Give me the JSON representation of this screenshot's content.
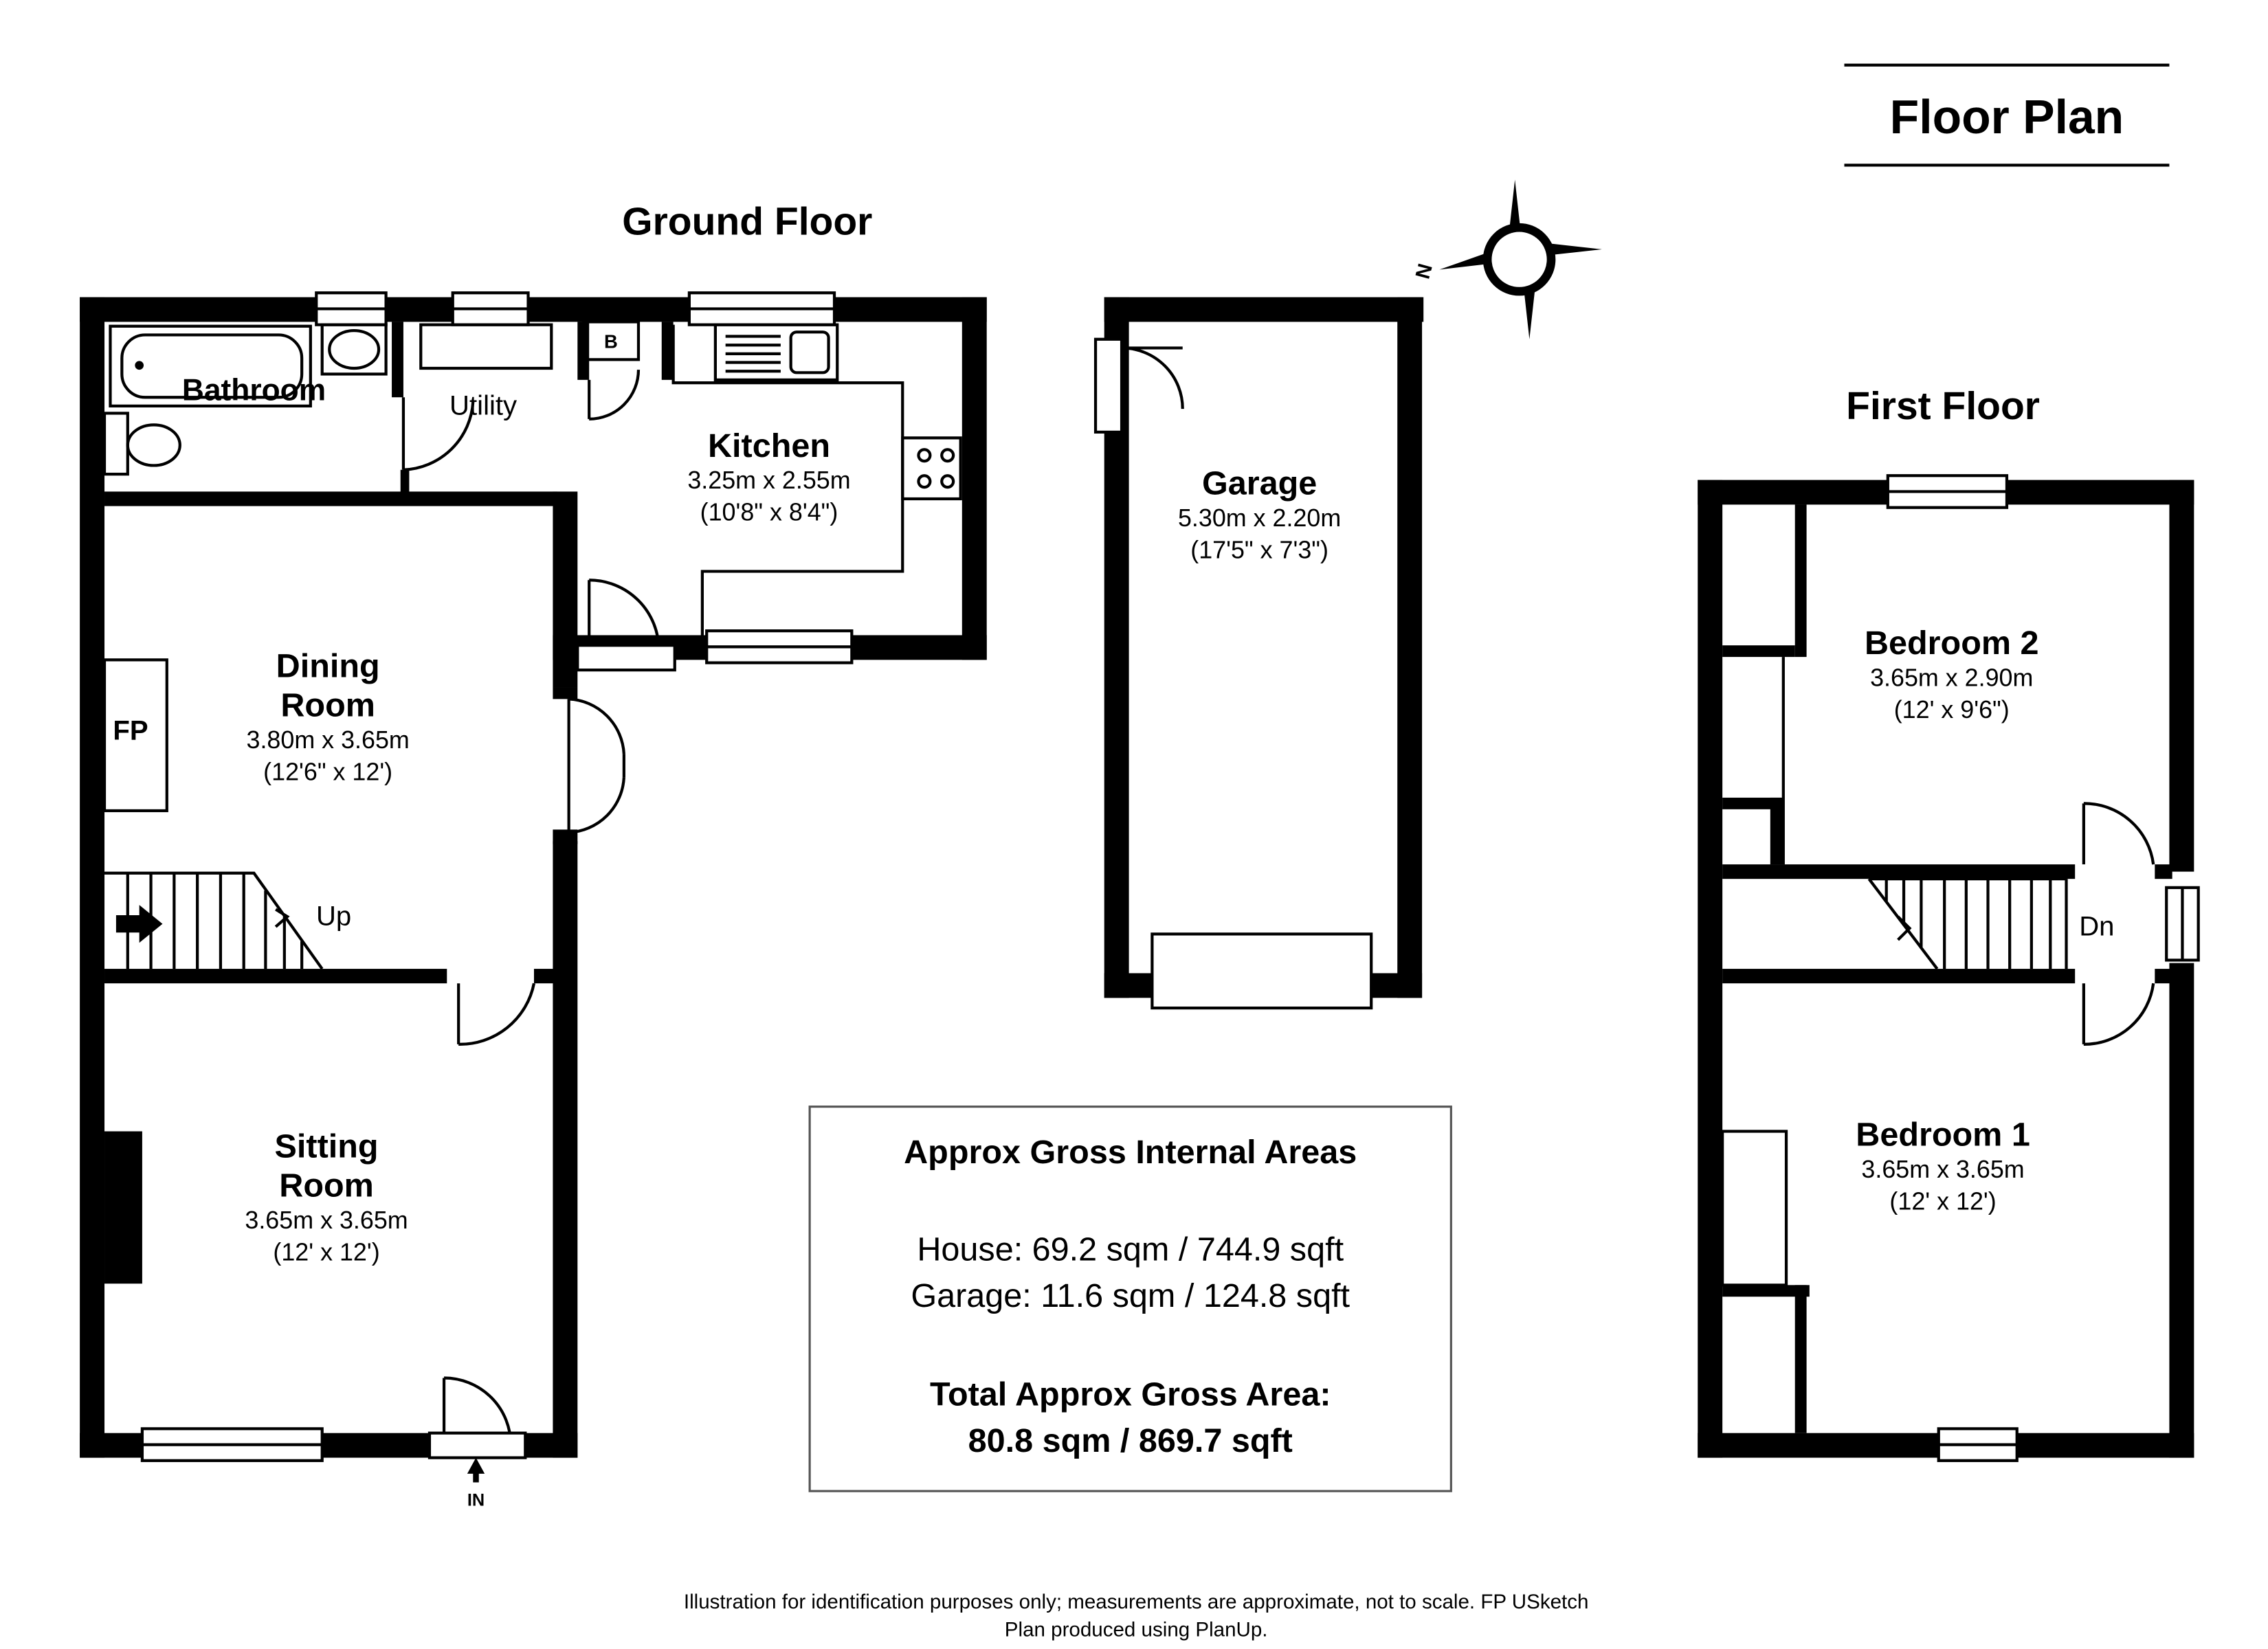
{
  "header": {
    "title": "Floor Plan"
  },
  "compass": {
    "label": "N"
  },
  "ground_floor": {
    "title": "Ground Floor",
    "rooms": [
      {
        "id": "bathroom",
        "name": "Bathroom"
      },
      {
        "id": "utility",
        "name": "Utility"
      },
      {
        "id": "boiler",
        "name": "B"
      },
      {
        "id": "kitchen",
        "name": "Kitchen",
        "metric": "3.25m x 2.55m",
        "imperial": "(10'8\" x 8'4\")"
      },
      {
        "id": "dining",
        "name_line1": "Dining",
        "name_line2": "Room",
        "metric": "3.80m x 3.65m",
        "imperial": "(12'6\" x 12')"
      },
      {
        "id": "fireplace",
        "name": "FP"
      },
      {
        "id": "stairs",
        "name": "Up"
      },
      {
        "id": "sitting",
        "name_line1": "Sitting",
        "name_line2": "Room",
        "metric": "3.65m x 3.65m",
        "imperial": "(12' x 12')"
      },
      {
        "id": "entrance",
        "name": "IN"
      }
    ]
  },
  "garage": {
    "name": "Garage",
    "metric": "5.30m x 2.20m",
    "imperial": "(17'5\" x 7'3\")"
  },
  "first_floor": {
    "title": "First Floor",
    "rooms": [
      {
        "id": "bedroom2",
        "name": "Bedroom 2",
        "metric": "3.65m x 2.90m",
        "imperial": "(12' x 9'6\")"
      },
      {
        "id": "landing",
        "name": "Dn"
      },
      {
        "id": "bedroom1",
        "name": "Bedroom 1",
        "metric": "3.65m x 3.65m",
        "imperial": "(12' x 12')"
      }
    ]
  },
  "areas": {
    "title": "Approx Gross Internal Areas",
    "house": "House: 69.2 sqm / 744.9 sqft",
    "garage": "Garage: 11.6 sqm / 124.8 sqft",
    "total_label": "Total Approx Gross Area:",
    "total_value": "80.8 sqm / 869.7 sqft"
  },
  "footer": {
    "line1": "Illustration for identification purposes only; measurements are approximate, not to scale. FP USketch",
    "line2": "Plan produced using PlanUp."
  }
}
